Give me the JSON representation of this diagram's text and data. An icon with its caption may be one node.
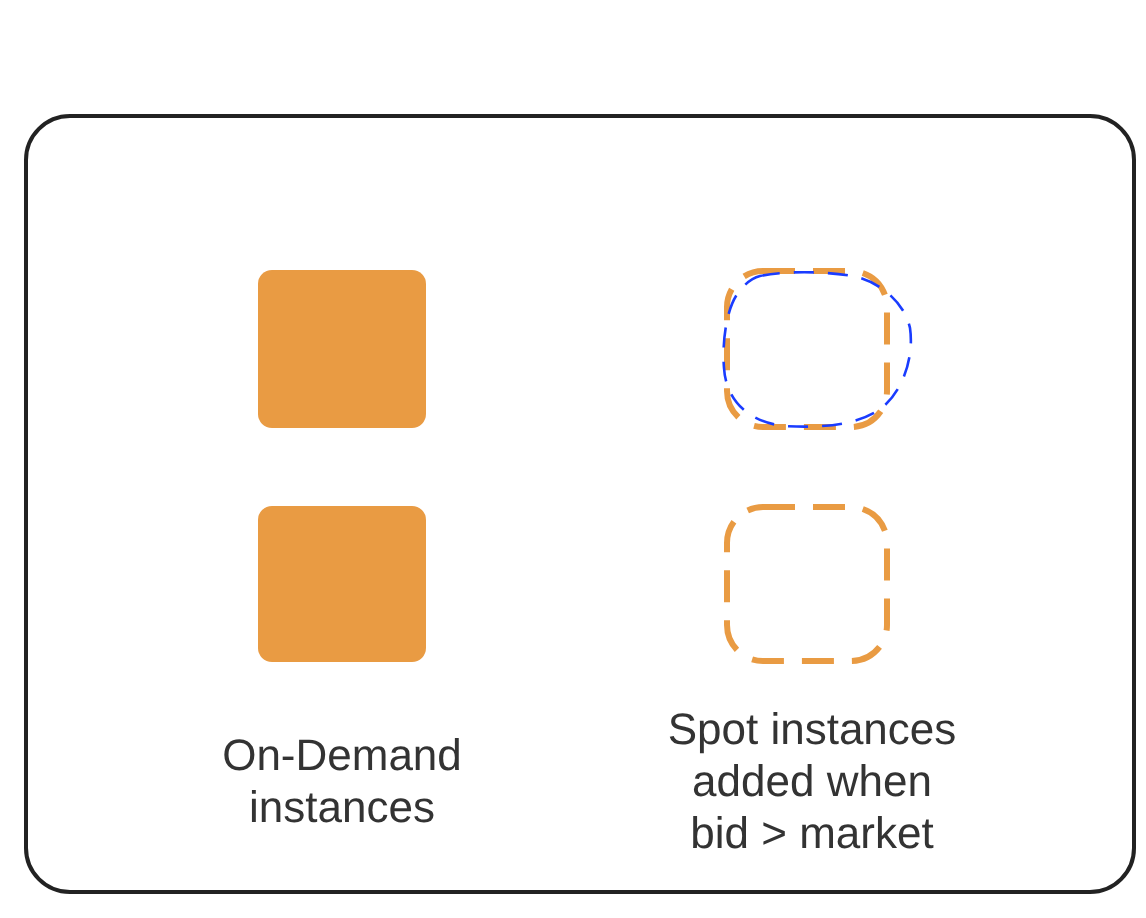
{
  "diagram": {
    "nodes": [
      {
        "text": [],
        "shape": "box"
      },
      {
        "text": [],
        "shape": "box",
        "in": 0
      },
      {
        "text": [],
        "shape": "box",
        "in": 0
      },
      {
        "text": [],
        "shape": "box",
        "in": 0
      },
      {
        "text": [],
        "shape": "box",
        "in": 0
      }
    ],
    "labels": [
      "On-Demand instances",
      "Spot instances added when bid > market"
    ]
  }
}
